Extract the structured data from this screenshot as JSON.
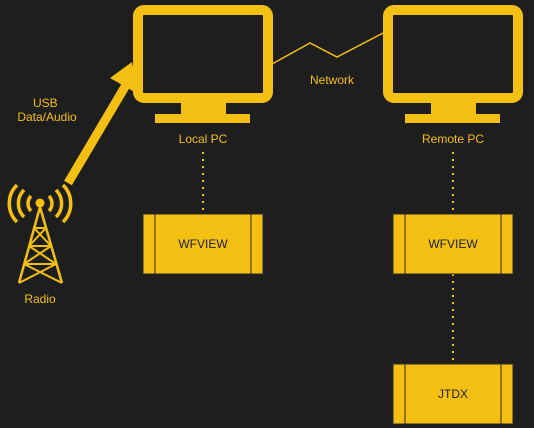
{
  "colors": {
    "background": "#1e1e1e",
    "accent": "#f3bf13",
    "box_fill": "#f3bf13",
    "box_border": "#2a2a2a",
    "text_on_box": "#1e1e1e"
  },
  "nodes": {
    "local_pc": {
      "label": "Local PC",
      "icon": "monitor-icon"
    },
    "remote_pc": {
      "label": "Remote PC",
      "icon": "monitor-icon"
    },
    "radio": {
      "label": "Radio",
      "icon": "radio-tower-icon"
    },
    "wfview_local": {
      "label": "WFVIEW"
    },
    "wfview_remote": {
      "label": "WFVIEW"
    },
    "jtdx": {
      "label": "JTDX"
    }
  },
  "edges": {
    "usb": {
      "label_line1": "USB",
      "label_line2": "Data/Audio"
    },
    "network": {
      "label": "Network"
    }
  }
}
